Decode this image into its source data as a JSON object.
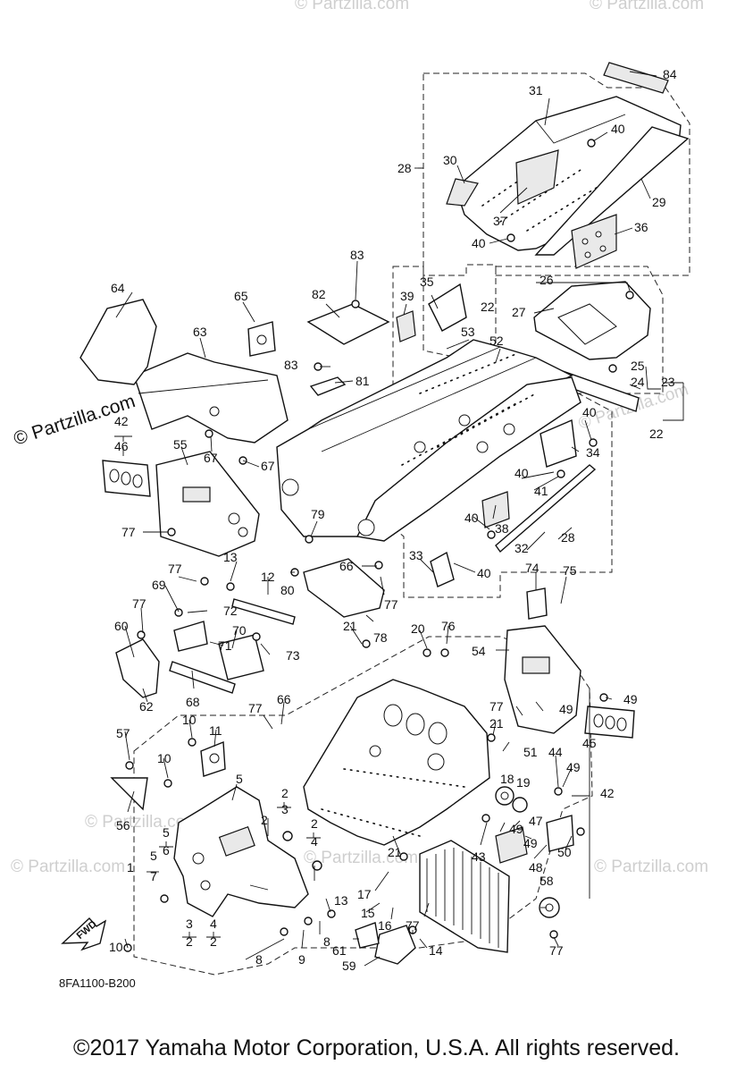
{
  "diagram": {
    "code": "8FA1100-B200",
    "fwd_label": "FWD",
    "copyright": "©2017 Yamaha Motor Corporation, U.S.A. All rights reserved.",
    "watermark_main": "© Partzilla.com",
    "watermark_faint": "© Partzilla.com",
    "callouts": [
      "1",
      "2",
      "3",
      "4",
      "5",
      "6",
      "7",
      "8",
      "9",
      "10",
      "11",
      "12",
      "13",
      "14",
      "15",
      "16",
      "17",
      "18",
      "19",
      "20",
      "21",
      "22",
      "23",
      "24",
      "25",
      "26",
      "27",
      "28",
      "29",
      "30",
      "31",
      "32",
      "33",
      "34",
      "35",
      "36",
      "37",
      "38",
      "39",
      "40",
      "41",
      "42",
      "43",
      "44",
      "45",
      "46",
      "47",
      "48",
      "49",
      "50",
      "51",
      "52",
      "53",
      "54",
      "55",
      "56",
      "57",
      "58",
      "59",
      "60",
      "61",
      "62",
      "63",
      "64",
      "65",
      "66",
      "67",
      "68",
      "69",
      "70",
      "71",
      "72",
      "73",
      "74",
      "75",
      "76",
      "77",
      "78",
      "79",
      "80",
      "81",
      "82",
      "83",
      "84"
    ]
  }
}
